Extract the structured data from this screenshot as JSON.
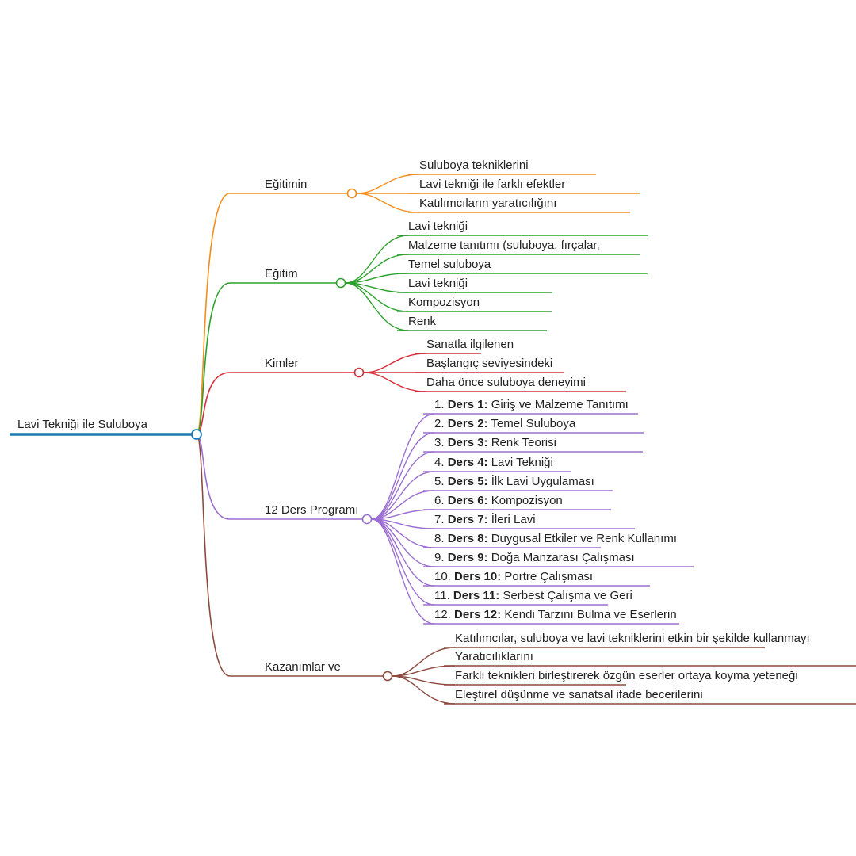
{
  "root": {
    "label": "Lavi Tekniği ile Suluboya",
    "color": "#1f78b4"
  },
  "branches": [
    {
      "label": "Eğitimin",
      "color": "#f28e1c",
      "children": [
        {
          "text": "Suluboya tekniklerini"
        },
        {
          "text": "Lavi tekniği ile farklı efektler"
        },
        {
          "text": "Katılımcıların yaratıcılığını"
        }
      ]
    },
    {
      "label": "Eğitim",
      "color": "#2ca02c",
      "children": [
        {
          "text": "Lavi tekniği"
        },
        {
          "text": "Malzeme tanıtımı (suluboya, fırçalar,"
        },
        {
          "text": "Temel suluboya"
        },
        {
          "text": "Lavi tekniği"
        },
        {
          "text": "Kompozisyon"
        },
        {
          "text": "Renk"
        }
      ]
    },
    {
      "label": "Kimler",
      "color": "#d62f3a",
      "children": [
        {
          "text": "Sanatla ilgilenen"
        },
        {
          "text": "Başlangıç seviyesindeki"
        },
        {
          "text": "Daha önce suluboya deneyimi"
        }
      ]
    },
    {
      "label": "12 Ders Programı",
      "color": "#9b6fd1",
      "children": [
        {
          "num": "1.",
          "bold": "Ders 1:",
          "text": "Giriş ve Malzeme Tanıtımı"
        },
        {
          "num": "2.",
          "bold": "Ders 2:",
          "text": "Temel Suluboya"
        },
        {
          "num": "3.",
          "bold": "Ders 3:",
          "text": "Renk Teorisi"
        },
        {
          "num": "4.",
          "bold": "Ders 4:",
          "text": "Lavi Tekniği"
        },
        {
          "num": "5.",
          "bold": "Ders 5:",
          "text": "İlk Lavi Uygulaması"
        },
        {
          "num": "6.",
          "bold": "Ders 6:",
          "text": "Kompozisyon"
        },
        {
          "num": "7.",
          "bold": "Ders 7:",
          "text": "İleri Lavi"
        },
        {
          "num": "8.",
          "bold": "Ders 8:",
          "text": "Duygusal Etkiler ve Renk Kullanımı"
        },
        {
          "num": "9.",
          "bold": "Ders 9:",
          "text": "Doğa Manzarası Çalışması"
        },
        {
          "num": "10.",
          "bold": "Ders 10:",
          "text": "Portre Çalışması"
        },
        {
          "num": "11.",
          "bold": "Ders 11:",
          "text": "Serbest Çalışma ve Geri"
        },
        {
          "num": "12.",
          "bold": "Ders 12:",
          "text": "Kendi Tarzını Bulma ve Eserlerin"
        }
      ]
    },
    {
      "label": "Kazanımlar ve",
      "color": "#8c4a3f",
      "children": [
        {
          "text": "Katılımcılar, suluboya ve lavi tekniklerini etkin bir şekilde kullanmayı"
        },
        {
          "text": "Yaratıcılıklarını"
        },
        {
          "text": "Farklı teknikleri birleştirerek özgün eserler ortaya koyma yeteneği"
        },
        {
          "text": "Eleştirel düşünme ve sanatsal ifade becerilerini"
        }
      ]
    }
  ]
}
